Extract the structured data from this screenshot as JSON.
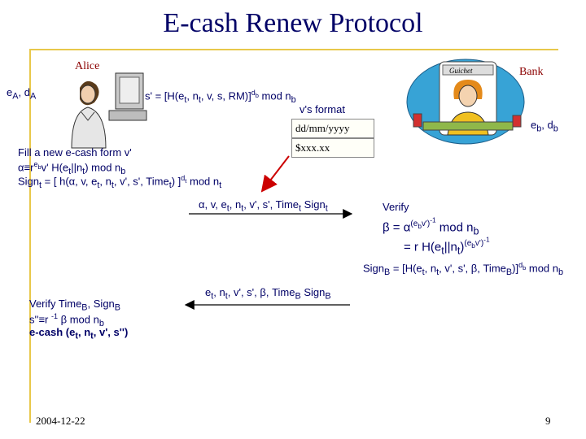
{
  "title": "E-cash Renew Protocol",
  "alice": {
    "label": "Alice",
    "keys": "eA, dA",
    "fill": "Fill a new e-cash form v'",
    "alpha": "α≡reb v' H(et||nt) mod nb",
    "sign": "Signt = [ h(α, v, et, nt, v', s', Timet) ]dt mod nt",
    "verify_time": "Verify TimeB, SignB",
    "s_dbl": "s''≡r -1 β mod nb",
    "ecash": "e-cash (et, nt, v', s'')"
  },
  "bank": {
    "label": "Bank",
    "keys": "eb, db",
    "verify": "Verify",
    "beta1": "β = α(eb v')-1 mod nb",
    "beta2": "= r H(et||nt)(eb v')-1",
    "signb": "SignB = [H(et, nt, v', s', β, TimeB)]db mod nb"
  },
  "form": {
    "s_prime": "s' = [H(et, nt, v, s, RM)]db mod nb",
    "format": "v's format",
    "date_box": "dd/mm/yyyy",
    "amount_box": "$xxx.xx"
  },
  "messages": {
    "to_bank": "α, v, et, nt, v', s', Timet Signt",
    "to_alice": "et, nt, v', s', β, TimeB SignB"
  },
  "footer": {
    "date": "2004-12-22",
    "page": "9"
  },
  "colors": {
    "title": "#000066",
    "names": "#8b0000",
    "rule": "#e8c84a",
    "arrow_red": "#cc0000"
  }
}
